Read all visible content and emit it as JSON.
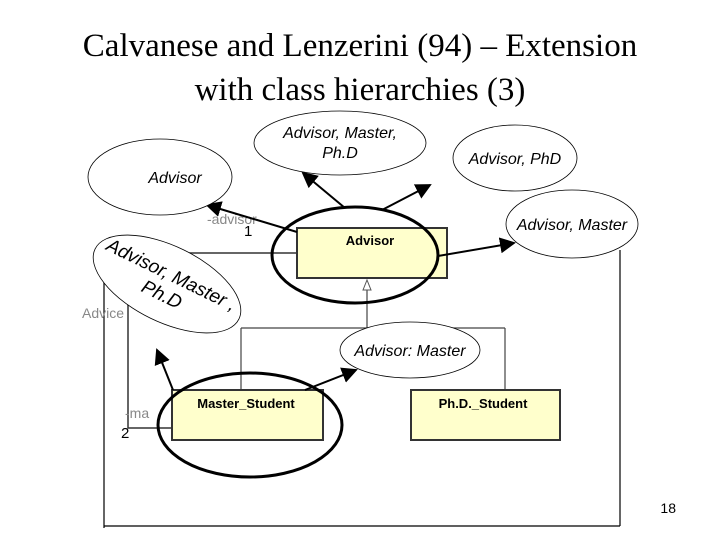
{
  "title": {
    "line1": "Calvanese and Lenzerini (94) – Extension",
    "line2": "with class hierarchies (3)"
  },
  "diagram": {
    "classes": {
      "advisor": "Advisor",
      "master_student": "Master_Student",
      "phd_student": "Ph.D._Student"
    },
    "ellipses": {
      "advisor": "Advisor",
      "advisor_master_phd_line1": "Advisor, Master,",
      "advisor_master_phd_line2": "Ph.D",
      "advisor_phd": "Advisor, PhD",
      "advisor_master": "Advisor, Master",
      "tilted_line1": "Advisor, Master ,",
      "tilted_line2": "Ph.D",
      "advisor_colon_master": "Advisor: Master"
    },
    "labels": {
      "advisor_role": "-advisor",
      "advisor_mult": "1",
      "association": "Advice",
      "ma_role": "-ma",
      "ma_mult": "2"
    }
  },
  "page_number": "18"
}
